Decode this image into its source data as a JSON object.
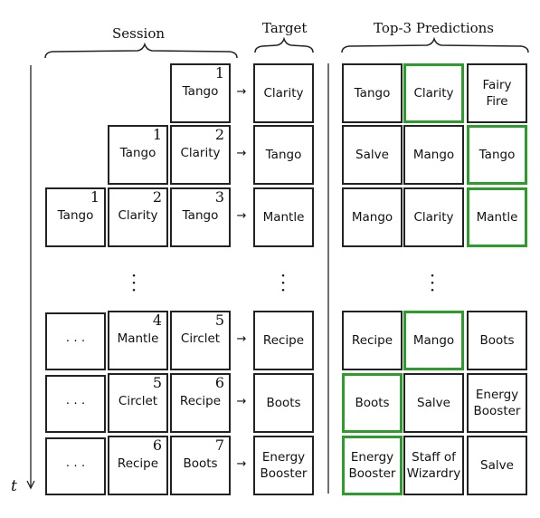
{
  "headers": {
    "session": "Session",
    "target": "Target",
    "predictions": "Top-3 Predictions"
  },
  "time_label": "t",
  "arrow": "→",
  "ellipsis_cell": "· · ·",
  "rows": [
    {
      "session": [
        null,
        null,
        {
          "item": "Tango",
          "idx": "1"
        }
      ],
      "target": "Clarity",
      "predictions": [
        "Tango",
        "Clarity",
        "Fairy\nFire"
      ],
      "correct": 1
    },
    {
      "session": [
        null,
        {
          "item": "Tango",
          "idx": "1"
        },
        {
          "item": "Clarity",
          "idx": "2"
        }
      ],
      "target": "Tango",
      "predictions": [
        "Salve",
        "Mango",
        "Tango"
      ],
      "correct": 2
    },
    {
      "session": [
        {
          "item": "Tango",
          "idx": "1"
        },
        {
          "item": "Clarity",
          "idx": "2"
        },
        {
          "item": "Tango",
          "idx": "3"
        }
      ],
      "target": "Mantle",
      "predictions": [
        "Mango",
        "Clarity",
        "Mantle"
      ],
      "correct": 2
    },
    {
      "session": [
        "ellipsis",
        {
          "item": "Mantle",
          "idx": "4"
        },
        {
          "item": "Circlet",
          "idx": "5"
        }
      ],
      "target": "Recipe",
      "predictions": [
        "Recipe",
        "Mango",
        "Boots"
      ],
      "correct": 1
    },
    {
      "session": [
        "ellipsis",
        {
          "item": "Circlet",
          "idx": "5"
        },
        {
          "item": "Recipe",
          "idx": "6"
        }
      ],
      "target": "Boots",
      "predictions": [
        "Boots",
        "Salve",
        "Energy\nBooster"
      ],
      "correct": 0
    },
    {
      "session": [
        "ellipsis",
        {
          "item": "Recipe",
          "idx": "6"
        },
        {
          "item": "Boots",
          "idx": "7"
        }
      ],
      "target": "Energy\nBooster",
      "predictions": [
        "Energy\nBooster",
        "Staff of\nWizardry",
        "Salve"
      ],
      "correct": 0
    }
  ],
  "colors": {
    "highlight": "#2a9d2a",
    "border": "#222222"
  }
}
